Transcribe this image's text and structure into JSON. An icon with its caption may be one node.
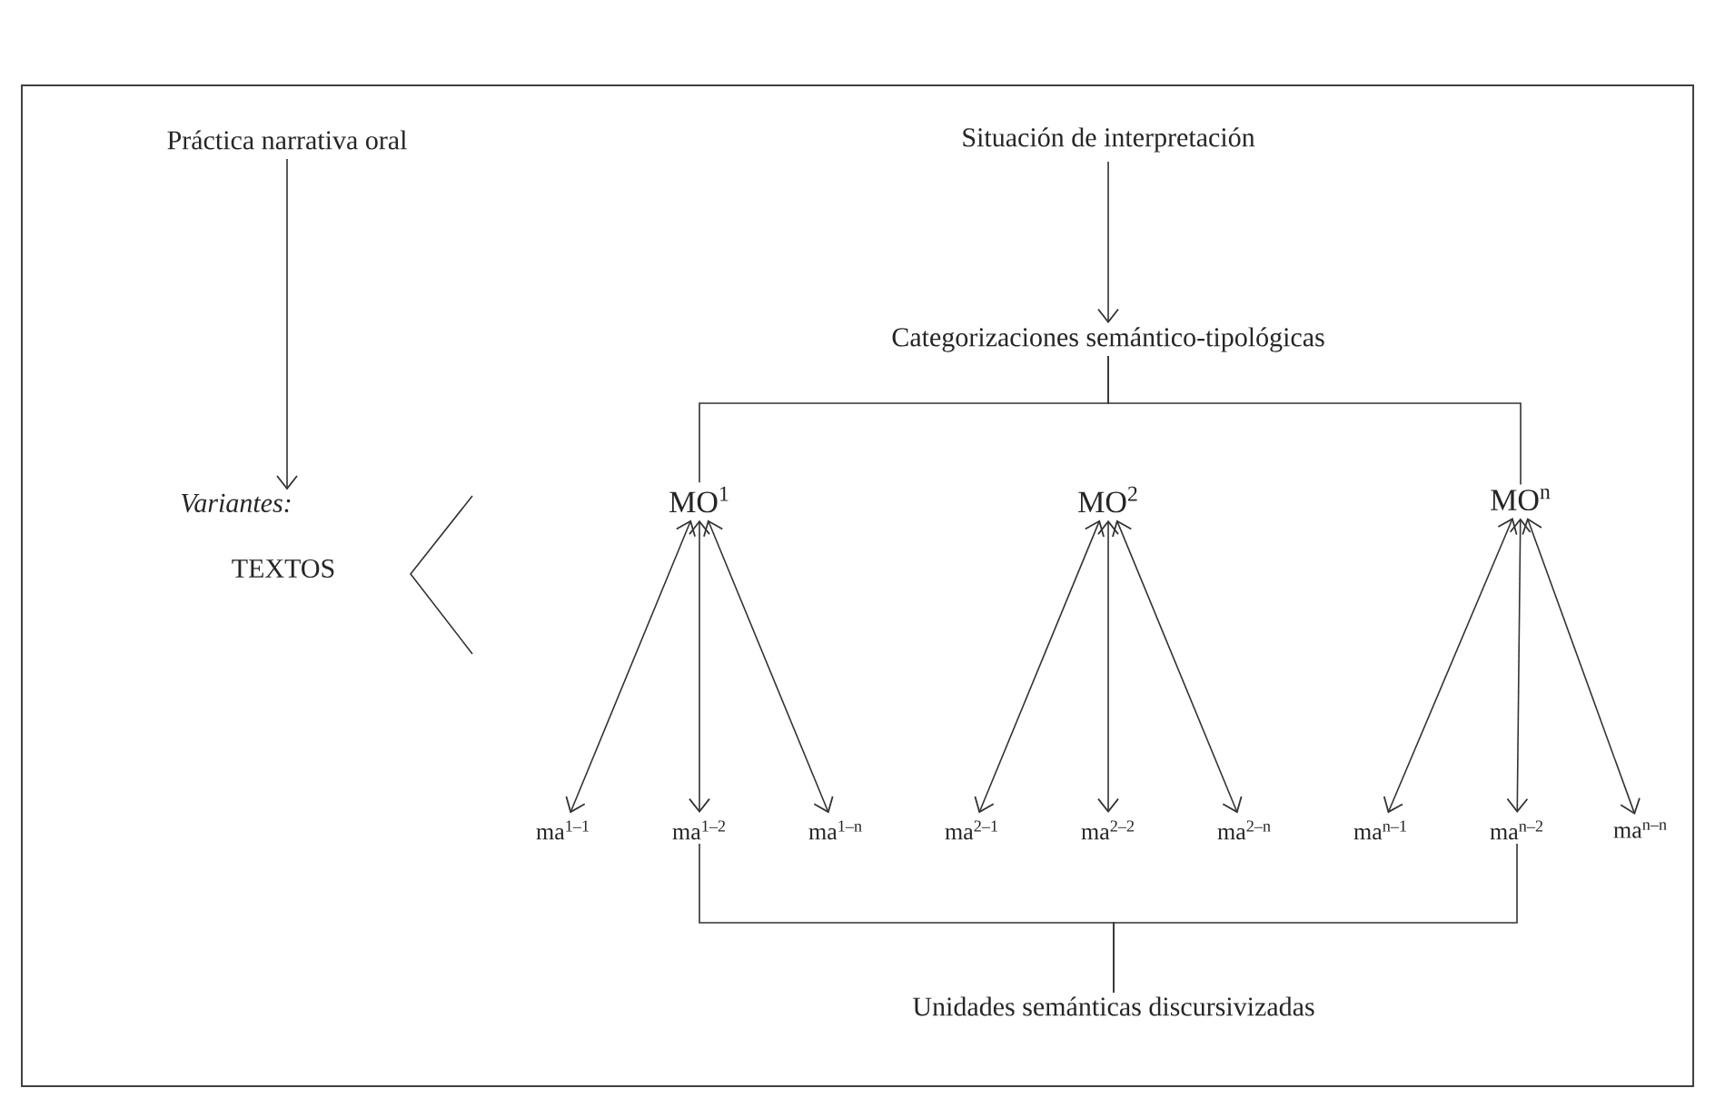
{
  "diagram": {
    "nodes": [
      {
        "text": [
          "Práctica narrativa oral"
        ]
      },
      {
        "text": [
          "Situación de interpretación"
        ]
      },
      {
        "text": [
          "Categorizaciones semántico-tipológicas"
        ]
      },
      {
        "text": [
          "Variantes:"
        ]
      },
      {
        "text": [
          "TEXTOS"
        ]
      },
      {
        "text": [
          "MO$^{1}$"
        ]
      },
      {
        "text": [
          "MO$^{2}$"
        ]
      },
      {
        "text": [
          "MO$^{n}$"
        ]
      },
      {
        "text": [
          "ma$^{1–1}$"
        ]
      },
      {
        "text": [
          "ma$^{1–2}$"
        ]
      },
      {
        "text": [
          "ma$^{1–n}$"
        ]
      },
      {
        "text": [
          "ma$^{2–1}$"
        ]
      },
      {
        "text": [
          "ma$^{2–2}$"
        ]
      },
      {
        "text": [
          "ma$^{2–n}$"
        ]
      },
      {
        "text": [
          "ma$^{n–1}$"
        ]
      },
      {
        "text": [
          "ma$^{n–2}$"
        ]
      },
      {
        "text": [
          "ma$^{n–n}$"
        ]
      },
      {
        "text": [
          "Unidades semánticas discursivizadas"
        ]
      }
    ],
    "edges": [
      {
        "from": 0,
        "to": 3,
        "arrow": "to"
      },
      {
        "from": 1,
        "to": 2,
        "arrow": "to"
      },
      {
        "from": 2,
        "to": 5,
        "arrow": "none"
      },
      {
        "from": 2,
        "to": 7,
        "arrow": "none"
      },
      {
        "from": 5,
        "to": 8,
        "arrow": "both"
      },
      {
        "from": 5,
        "to": 9,
        "arrow": "both"
      },
      {
        "from": 5,
        "to": 10,
        "arrow": "both"
      },
      {
        "from": 6,
        "to": 11,
        "arrow": "both"
      },
      {
        "from": 6,
        "to": 12,
        "arrow": "both"
      },
      {
        "from": 6,
        "to": 13,
        "arrow": "both"
      },
      {
        "from": 7,
        "to": 14,
        "arrow": "both"
      },
      {
        "from": 7,
        "to": 15,
        "arrow": "both"
      },
      {
        "from": 7,
        "to": 16,
        "arrow": "both"
      },
      {
        "from": 9,
        "to": 17,
        "arrow": "none"
      },
      {
        "from": 15,
        "to": 17,
        "arrow": "none"
      }
    ]
  }
}
